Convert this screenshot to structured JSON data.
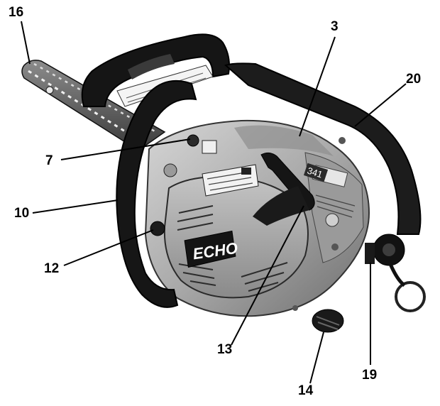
{
  "figure": {
    "subject": "chainsaw-photo",
    "callouts": [
      "16",
      "3",
      "20",
      "7",
      "10",
      "12",
      "13",
      "14",
      "19"
    ]
  },
  "device_markings": {
    "brand_logo": "ECHO",
    "model_badge": "341"
  }
}
